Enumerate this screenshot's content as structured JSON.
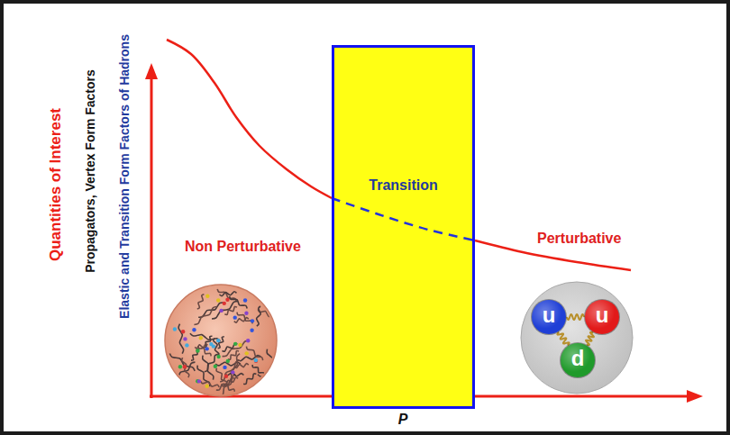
{
  "diagram": {
    "nodes": [
      {
        "text": [
          "Transition"
        ]
      },
      {
        "text": [
          "u"
        ]
      },
      {
        "text": [
          "u"
        ]
      },
      {
        "text": [
          "d"
        ]
      }
    ],
    "edges": [
      {
        "from": 1,
        "to": 2,
        "arrow": "none"
      },
      {
        "from": 1,
        "to": 3,
        "arrow": "none"
      },
      {
        "from": 2,
        "to": 3,
        "arrow": "none"
      }
    ],
    "labels": [
      "Quantities of Interest",
      "Propagators, Vertex Form Factors",
      "Elastic and Transition Form Factors of Hadrons",
      "Non Perturbative",
      "Perturbative",
      "P"
    ]
  }
}
